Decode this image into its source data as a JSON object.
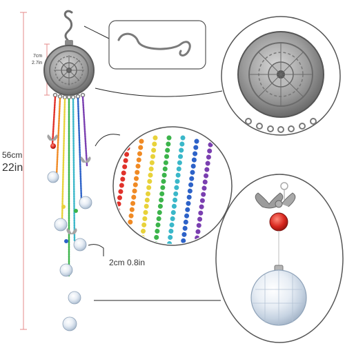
{
  "product": {
    "total_length_cm": "56cm",
    "total_length_in": "22in",
    "disc_diameter_cm": "7cm",
    "disc_diameter_in": "2.7in",
    "crystal_gap": "2cm  0.8in"
  },
  "colors": {
    "metal": "#8a8a8a",
    "dimension_line": "#e58a8a",
    "callout_line": "#222222",
    "bead_red": "#e0322b",
    "bead_orange": "#f08a24",
    "bead_yellow": "#e8d23a",
    "bead_green": "#3cb44b",
    "bead_cyan": "#3ab7c9",
    "bead_blue": "#2d62c8",
    "bead_purple": "#7a3fb0"
  },
  "icons": [
    "s-hook-icon",
    "mandala-disc-icon",
    "angel-charm-icon",
    "crystal-ball-icon",
    "bead-chain-icon"
  ]
}
